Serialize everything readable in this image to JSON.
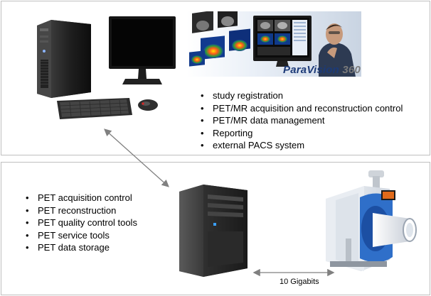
{
  "top_section": {
    "features": [
      "study registration",
      "PET/MR acquisition and reconstruction control",
      "PET/MR data management",
      "Reporting",
      "external PACS system"
    ],
    "software_brand": {
      "name": "ParaVision",
      "version": "360"
    }
  },
  "bottom_section": {
    "features": [
      "PET acquisition control",
      "PET reconstruction",
      "PET quality control tools",
      "PET service tools",
      "PET data storage"
    ],
    "link_label": "10 Gigabits"
  },
  "colors": {
    "border": "#bfbfbf",
    "arrow": "#808080",
    "brand": "#1c3a78",
    "scanner_accent": "#2f6fc9"
  },
  "icons": {
    "workstation": "desktop-tower-icon",
    "monitor": "monitor-icon",
    "keyboard": "keyboard-icon",
    "mouse": "mouse-icon",
    "server": "server-tower-icon",
    "scanner": "pet-mr-scanner-icon"
  }
}
